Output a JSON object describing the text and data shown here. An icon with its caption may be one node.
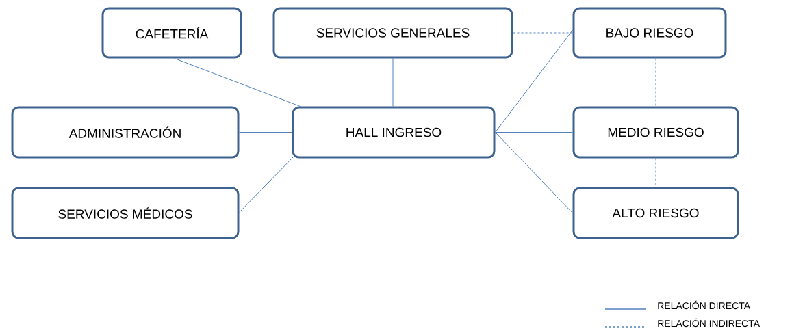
{
  "diagram": {
    "nodes": [
      {
        "text": [
          "CAFETERÍA"
        ]
      },
      {
        "text": [
          "SERVICIOS GENERALES"
        ]
      },
      {
        "text": [
          "BAJO RIESGO"
        ]
      },
      {
        "text": [
          "ADMINISTRACIÓN"
        ]
      },
      {
        "text": [
          "HALL INGRESO"
        ]
      },
      {
        "text": [
          "MEDIO RIESGO"
        ]
      },
      {
        "text": [
          "SERVICIOS MÉDICOS"
        ]
      },
      {
        "text": [
          "ALTO RIESGO"
        ]
      }
    ],
    "edges": [
      {
        "from": 0,
        "to": 4,
        "arrow": "none"
      },
      {
        "from": 1,
        "to": 4,
        "arrow": "none"
      },
      {
        "from": 3,
        "to": 4,
        "arrow": "none"
      },
      {
        "from": 6,
        "to": 4,
        "arrow": "none"
      },
      {
        "from": 4,
        "to": 2,
        "arrow": "none"
      },
      {
        "from": 4,
        "to": 5,
        "arrow": "none"
      },
      {
        "from": 4,
        "to": 7,
        "arrow": "none"
      },
      {
        "from": 1,
        "to": 2,
        "arrow": "none",
        "style": "dashed"
      },
      {
        "from": 2,
        "to": 5,
        "arrow": "none",
        "style": "dashed"
      },
      {
        "from": 5,
        "to": 7,
        "arrow": "none",
        "style": "dashed"
      }
    ],
    "legend": [
      {
        "text": "RELACIÓN DIRECTA"
      },
      {
        "text": "RELACIÓN INDIRECTA"
      }
    ]
  }
}
